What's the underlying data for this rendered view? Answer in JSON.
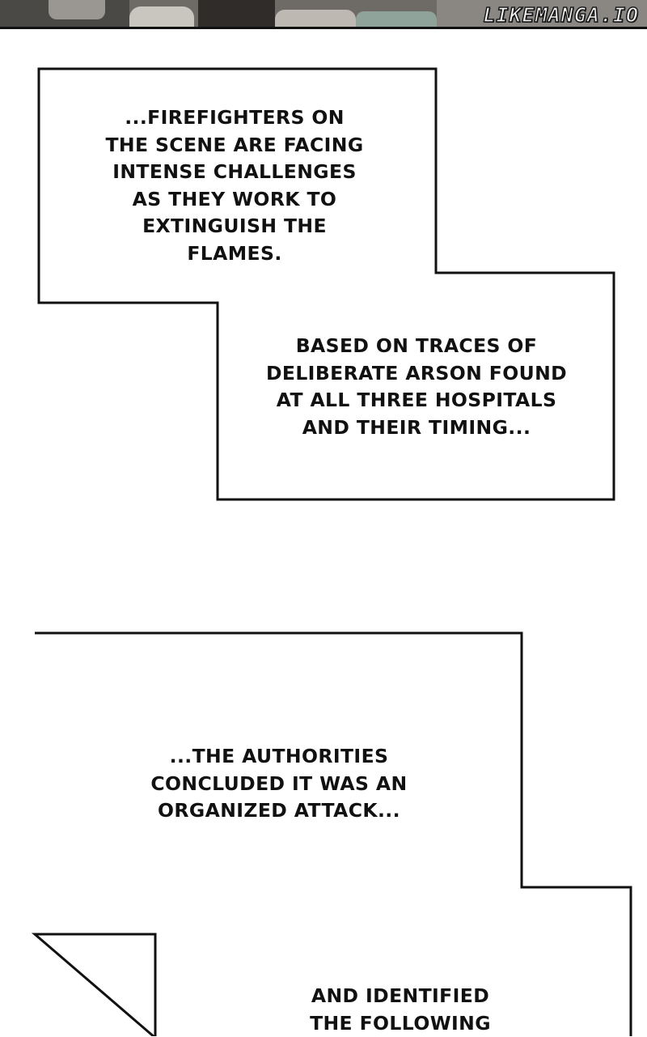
{
  "watermark": "LIKEMANGA.IO",
  "captions": [
    "...FIREFIGHTERS ON\nTHE SCENE ARE FACING\nINTENSE CHALLENGES\nAS THEY WORK TO\nEXTINGUISH THE\nFLAMES.",
    "BASED ON TRACES OF\nDELIBERATE ARSON FOUND\nAT ALL THREE HOSPITALS\nAND THEIR TIMING...",
    "...THE AUTHORITIES\nCONCLUDED IT WAS AN\nORGANIZED ATTACK...",
    "AND IDENTIFIED\nTHE FOLLOWING"
  ],
  "colors": {
    "background": "#ffffff",
    "text": "#111111",
    "border": "#111111"
  }
}
